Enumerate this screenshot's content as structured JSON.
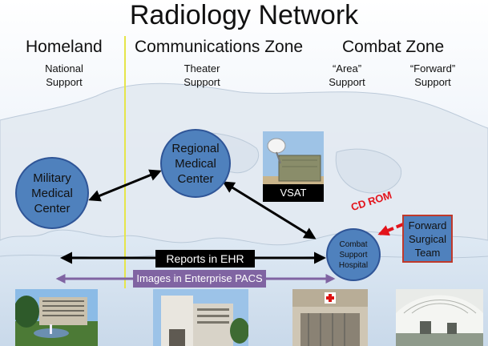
{
  "title": "Radiology Network",
  "zones": [
    {
      "name": "Homeland",
      "sub": [
        "National",
        "Support"
      ]
    },
    {
      "name": "Communications Zone",
      "sub": [
        "Theater",
        "Support"
      ]
    },
    {
      "name": "Combat Zone",
      "sub_area": [
        "“Area”",
        "Support"
      ],
      "sub_forward": [
        "“Forward”",
        "Support"
      ]
    }
  ],
  "nodes": {
    "military": [
      "Military",
      "Medical",
      "Center"
    ],
    "regional": [
      "Regional",
      "Medical",
      "Center"
    ],
    "csh": [
      "Combat",
      "Support",
      "Hospital"
    ],
    "fst": [
      "Forward",
      "Surgical",
      "Team"
    ]
  },
  "vsat_label": "VSAT",
  "cdrom_label": "CD ROM",
  "reports_label": "Reports in EHR",
  "pacs_label": "Images in Enterprise PACS",
  "colors": {
    "node": "#4f81bd",
    "pacs": "#8064a2",
    "divider": "#e5e54a",
    "cdrom": "#e3131b"
  }
}
